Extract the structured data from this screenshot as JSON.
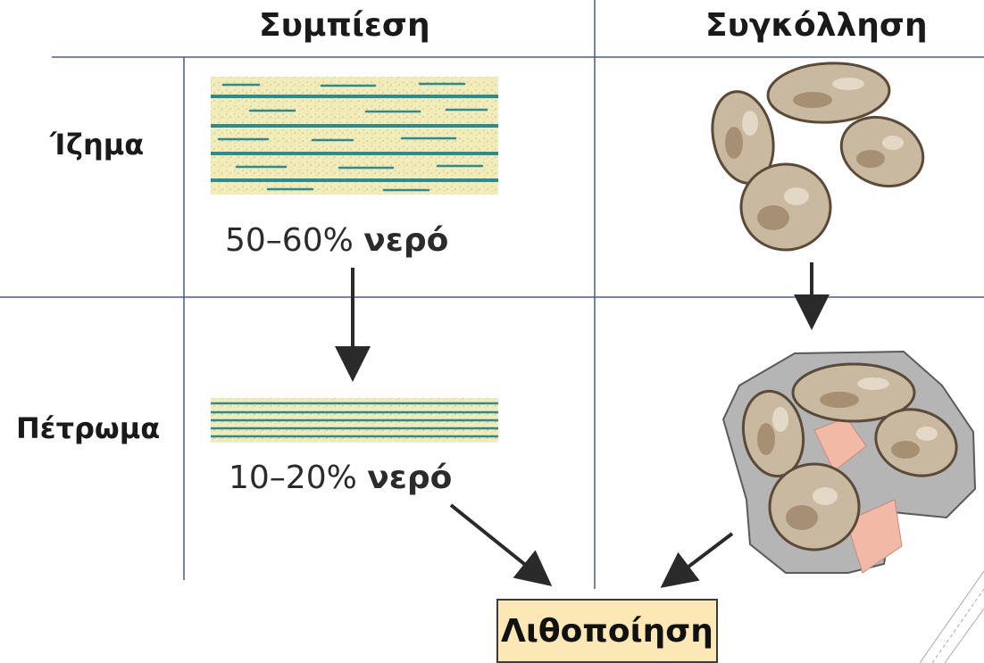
{
  "columns": {
    "compaction": "Συμπίεση",
    "cementation": "Συγκόλληση"
  },
  "rows": {
    "sediment": "Ίζημα",
    "rock": "Πέτρωμα"
  },
  "water": {
    "sediment_value": "50–60%",
    "rock_value": "10–20%",
    "unit": "νερό"
  },
  "result": "Λιθοποίηση",
  "colors": {
    "sediment_bg": "#f2ecbb",
    "layer_lines": "#2a8c92",
    "grain": "#c9b9a0",
    "cement": "#b5b5b5",
    "result_box": "#fbe8b5",
    "grid_lines": "#4a5a8a"
  }
}
